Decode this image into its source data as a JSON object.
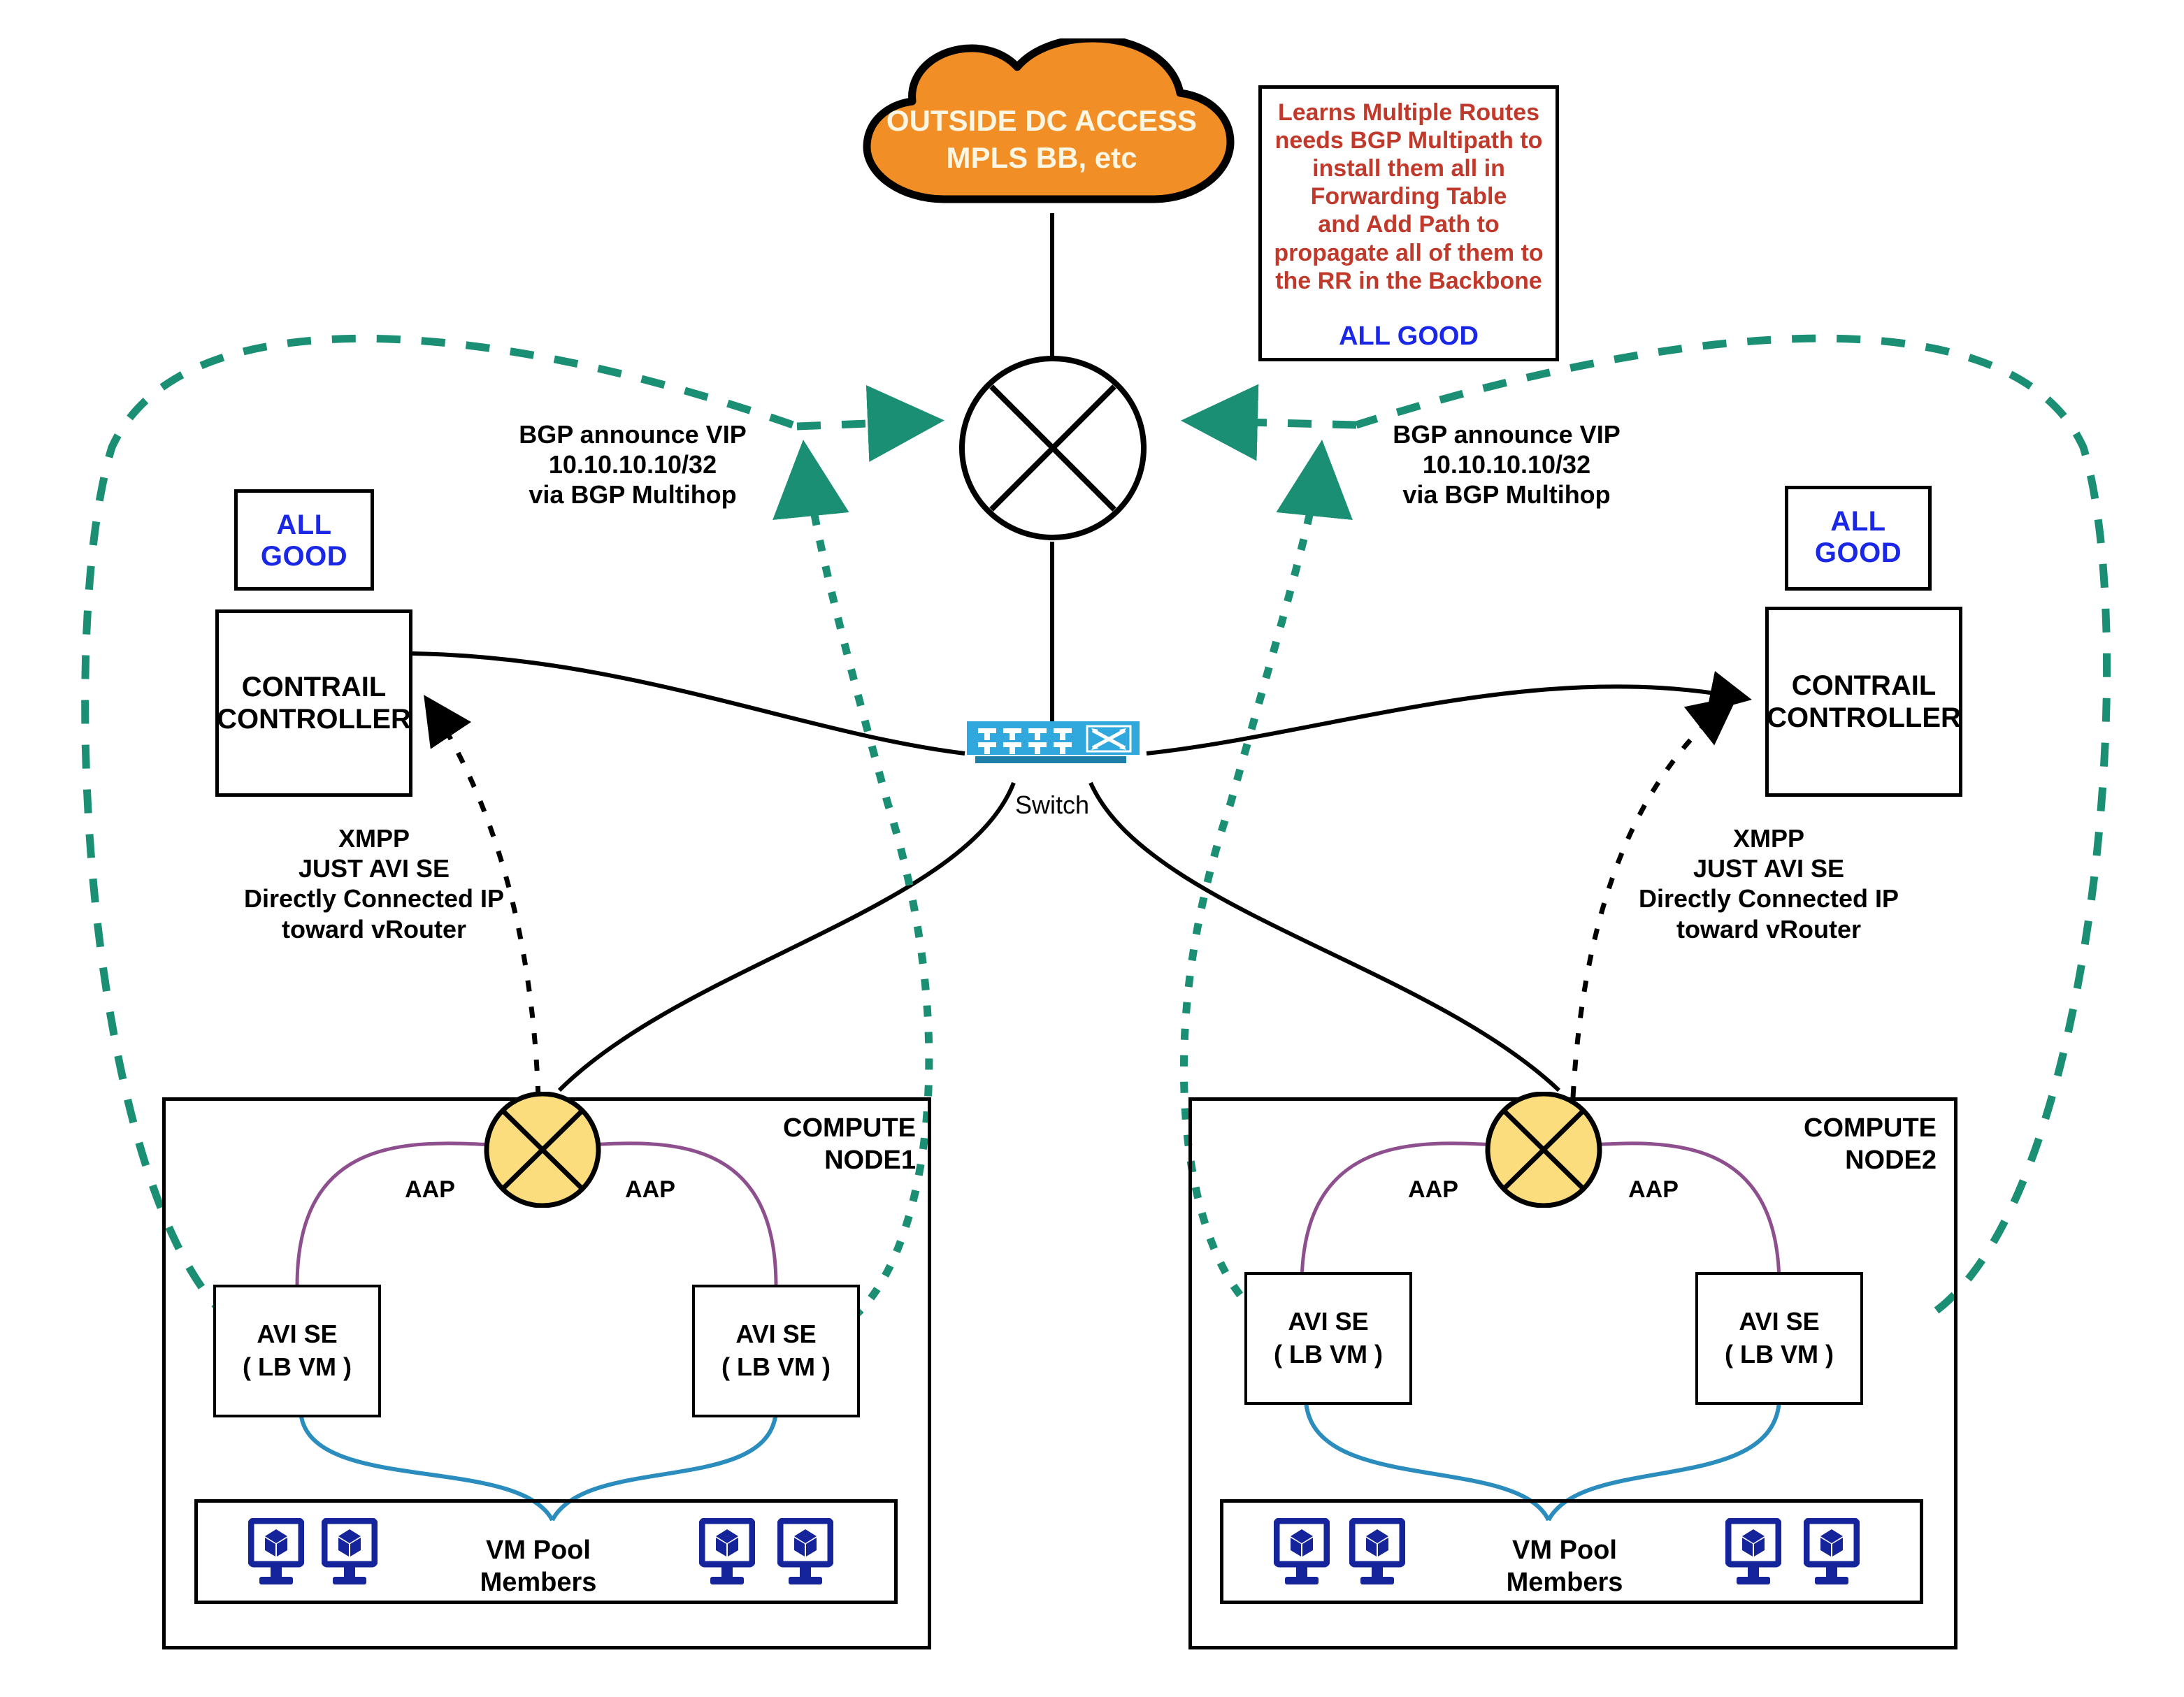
{
  "diagram": {
    "title": "Contrail AVI Service Engine BGP VIP announcement topology",
    "colors": {
      "cloud_fill": "#f28e26",
      "green_dash": "#1a8f73",
      "switch_blue": "#31a8dd",
      "router_yellow": "#fbdd7e",
      "aap_purple": "#8e4f8e",
      "pool_link_blue": "#2b8cbe",
      "vm_blue": "#16249b",
      "note_red": "#c0392b",
      "good_blue": "#1a28e6"
    }
  },
  "cloud": {
    "line1": "OUTSIDE DC ACCESS",
    "line2": "MPLS BB, etc",
    "text": "OUTSIDE DC ACCESS\nMPLS BB, etc"
  },
  "note": {
    "body": "Learns Multiple Routes\nneeds BGP Multipath to\ninstall them all in\nForwarding Table\nand Add Path to\npropagate all of them to\nthe RR in the Backbone",
    "status": "ALL GOOD"
  },
  "bgp_labels": {
    "left": "BGP announce VIP\n10.10.10.10/32\nvia BGP Multihop",
    "right": "BGP announce VIP\n10.10.10.10/32\nvia BGP Multihop"
  },
  "xmpp_labels": {
    "left": "XMPP\nJUST AVI SE\nDirectly Connected IP\ntoward vRouter",
    "right": "XMPP\nJUST AVI SE\nDirectly Connected IP\ntoward vRouter"
  },
  "status_boxes": {
    "left": "ALL GOOD",
    "right": "ALL GOOD"
  },
  "controllers": {
    "left": "CONTRAIL\nCONTROLLER",
    "right": "CONTRAIL\nCONTROLLER"
  },
  "switch": {
    "label": "Switch"
  },
  "compute_nodes": [
    {
      "title": "COMPUTE NODE1",
      "aap_left": "AAP",
      "aap_right": "AAP",
      "se_left": {
        "line1": "AVI SE",
        "line2": "( LB VM )"
      },
      "se_right": {
        "line1": "AVI SE",
        "line2": "( LB VM )"
      },
      "pool_label": "VM Pool Members",
      "pool_members": 4
    },
    {
      "title": "COMPUTE NODE2",
      "aap_left": "AAP",
      "aap_right": "AAP",
      "se_left": {
        "line1": "AVI SE",
        "line2": "( LB VM )"
      },
      "se_right": {
        "line1": "AVI SE",
        "line2": "( LB VM )"
      },
      "pool_label": "VM Pool Members",
      "pool_members": 4
    }
  ],
  "icons": {
    "cloud": "cloud-icon",
    "router": "router-x-circle-icon",
    "switch": "network-switch-icon",
    "vrouter": "vrouter-x-oval-icon",
    "vm": "virtual-machine-monitor-icon"
  }
}
